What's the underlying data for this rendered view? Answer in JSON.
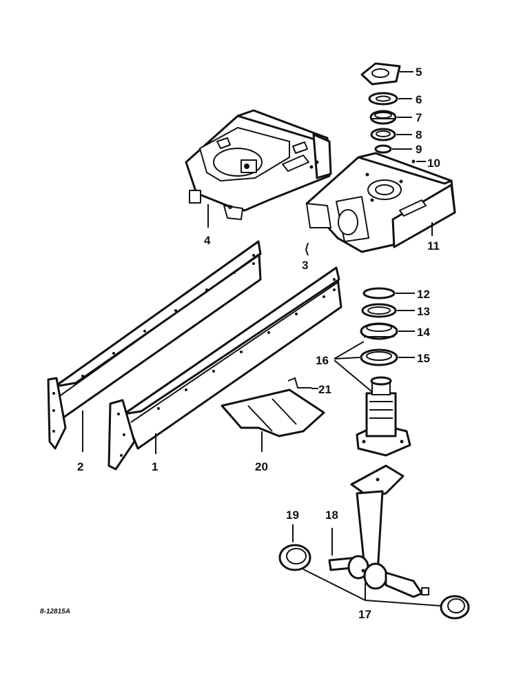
{
  "callouts": {
    "c1": "1",
    "c2": "2",
    "c3": "3",
    "c4": "4",
    "c5": "5",
    "c6": "6",
    "c7": "7",
    "c8": "8",
    "c9": "9",
    "c10": "10",
    "c11": "11",
    "c12": "12",
    "c13": "13",
    "c14": "14",
    "c15": "15",
    "c16": "16",
    "c17": "17",
    "c18": "18",
    "c19": "19",
    "c20": "20",
    "c21": "21"
  },
  "reference_code": "8-12815A"
}
